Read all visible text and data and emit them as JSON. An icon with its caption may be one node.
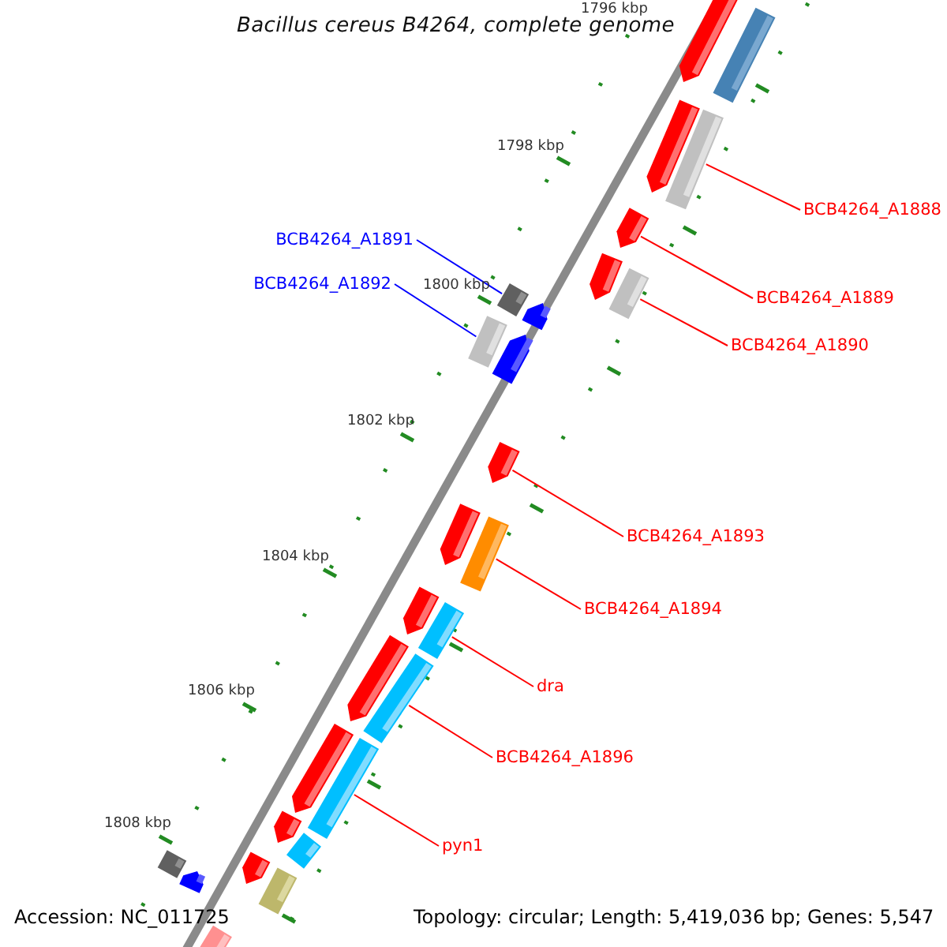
{
  "diagram": {
    "title": "Bacillus cereus B4264, complete genome",
    "nodes": [
      {
        "text": [
          "BCB4264_A1888"
        ]
      },
      {
        "text": [
          "BCB4264_A1891"
        ]
      },
      {
        "text": [
          "BCB4264_A1892"
        ]
      },
      {
        "text": [
          "BCB4264_A1889"
        ]
      },
      {
        "text": [
          "BCB4264_A1890"
        ]
      },
      {
        "text": [
          "BCB4264_A1893"
        ]
      },
      {
        "text": [
          "BCB4264_A1894"
        ]
      },
      {
        "text": [
          "dra"
        ]
      },
      {
        "text": [
          "BCB4264_A1896"
        ]
      },
      {
        "text": [
          "pyn1"
        ]
      },
      {
        "text": [],
        "shape": "pentagon"
      },
      {
        "text": [],
        "shape": "bar"
      },
      {
        "text": [],
        "shape": "pentagon"
      },
      {
        "text": [],
        "shape": "bar"
      },
      {
        "text": [],
        "shape": "pentagon"
      },
      {
        "text": [],
        "shape": "pentagon"
      },
      {
        "text": [],
        "shape": "bar"
      },
      {
        "text": [],
        "shape": "bar"
      },
      {
        "text": [],
        "shape": "pentagon"
      },
      {
        "text": [],
        "shape": "bar"
      },
      {
        "text": [],
        "shape": "pentagon"
      },
      {
        "text": [],
        "shape": "pentagon"
      },
      {
        "text": [],
        "shape": "pentagon"
      },
      {
        "text": [],
        "shape": "bar"
      },
      {
        "text": [],
        "shape": "pentagon"
      },
      {
        "text": [],
        "shape": "bar"
      },
      {
        "text": [],
        "shape": "pentagon"
      },
      {
        "text": [],
        "shape": "bar"
      },
      {
        "text": [],
        "shape": "pentagon"
      },
      {
        "text": [],
        "shape": "bar"
      },
      {
        "text": [],
        "shape": "pentagon"
      },
      {
        "text": [],
        "shape": "bar"
      },
      {
        "text": [],
        "shape": "pentagon"
      },
      {
        "text": [],
        "shape": "bar"
      },
      {
        "text": [],
        "shape": "bar"
      },
      {
        "text": [],
        "shape": "pentagon"
      },
      {
        "text": [],
        "shape": "bar"
      }
    ],
    "edges": [
      {
        "from": 0,
        "to": 13,
        "arrow": "none"
      },
      {
        "from": 1,
        "to": 17,
        "arrow": "none",
        "color": "#0000ff"
      },
      {
        "from": 2,
        "to": 19,
        "arrow": "none",
        "color": "#0000ff"
      },
      {
        "from": 3,
        "to": 14,
        "arrow": "none"
      },
      {
        "from": 4,
        "to": 16,
        "arrow": "none"
      },
      {
        "from": 5,
        "to": 21,
        "arrow": "none"
      },
      {
        "from": 6,
        "to": 23,
        "arrow": "none"
      },
      {
        "from": 7,
        "to": 25,
        "arrow": "none"
      },
      {
        "from": 8,
        "to": 27,
        "arrow": "none"
      },
      {
        "from": 9,
        "to": 29,
        "arrow": "none"
      }
    ],
    "labels": [
      "1796 kbp",
      "1798 kbp",
      "1800 kbp",
      "1802 kbp",
      "1804 kbp",
      "1806 kbp",
      "1808 kbp",
      "Accession: NC_011725",
      "Topology: circular; Length: 5,419,036 bp; Genes: 5,547"
    ]
  }
}
